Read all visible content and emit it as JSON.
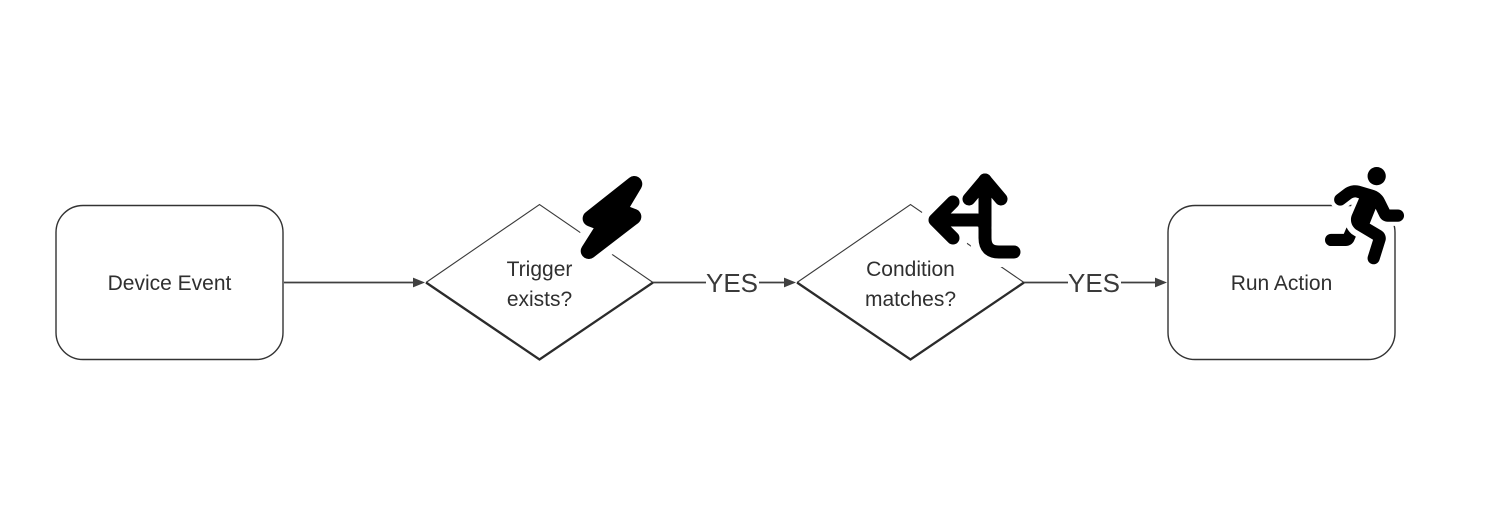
{
  "flowchart": {
    "background": "#ffffff",
    "colors": {
      "shape_stroke": "#333333",
      "shape_fill": "#ffffff",
      "edge_stroke": "#404040",
      "label_text": "#2f2f2f",
      "edge_label_text": "#3a3a3a",
      "icon_fill": "#000000"
    },
    "nodes": [
      {
        "id": "device-event",
        "shape": "rounded-rectangle",
        "label": "Device Event",
        "lines": [
          "Device Event"
        ],
        "icon": null
      },
      {
        "id": "trigger-exists",
        "shape": "diamond",
        "label": "Trigger exists?",
        "lines": [
          "Trigger",
          "exists?"
        ],
        "icon": "lightning-bolt-icon"
      },
      {
        "id": "condition-matches",
        "shape": "diamond",
        "label": "Condition matches?",
        "lines": [
          "Condition",
          "matches?"
        ],
        "icon": "split-arrows-icon"
      },
      {
        "id": "run-action",
        "shape": "rounded-rectangle",
        "label": "Run Action",
        "lines": [
          "Run Action"
        ],
        "icon": "running-person-icon"
      }
    ],
    "edges": [
      {
        "from": "device-event",
        "to": "trigger-exists",
        "label": ""
      },
      {
        "from": "trigger-exists",
        "to": "condition-matches",
        "label": "YES"
      },
      {
        "from": "condition-matches",
        "to": "run-action",
        "label": "YES"
      }
    ]
  }
}
